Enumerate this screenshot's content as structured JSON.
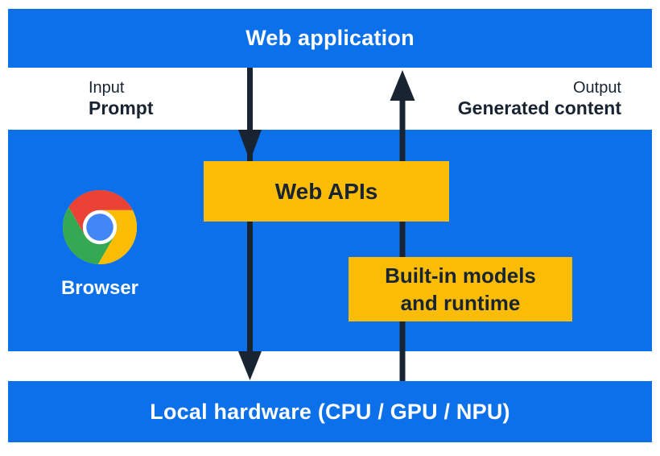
{
  "theme": {
    "blue": "#0B70E9",
    "yellow": "#FBBC05",
    "ink": "#192433",
    "text_light": "#FFFFFF",
    "chrome_red": "#EA4335",
    "chrome_yellow": "#FBBC04",
    "chrome_green": "#34A853",
    "chrome_blue": "#4285F4"
  },
  "diagram": {
    "top_bar": {
      "label": "Web application"
    },
    "flow_labels": {
      "input": {
        "title": "Input",
        "subtitle": "Prompt"
      },
      "output": {
        "title": "Output",
        "subtitle": "Generated content"
      }
    },
    "browser_section": {
      "browser_label": "Browser",
      "browser_icon": "chrome-browser-icon",
      "web_apis_box": {
        "label": "Web APIs"
      },
      "builtin_box": {
        "line1": "Built-in models",
        "line2": "and runtime"
      }
    },
    "bottom_bar": {
      "label": "Local hardware (CPU / GPU / NPU)"
    }
  }
}
